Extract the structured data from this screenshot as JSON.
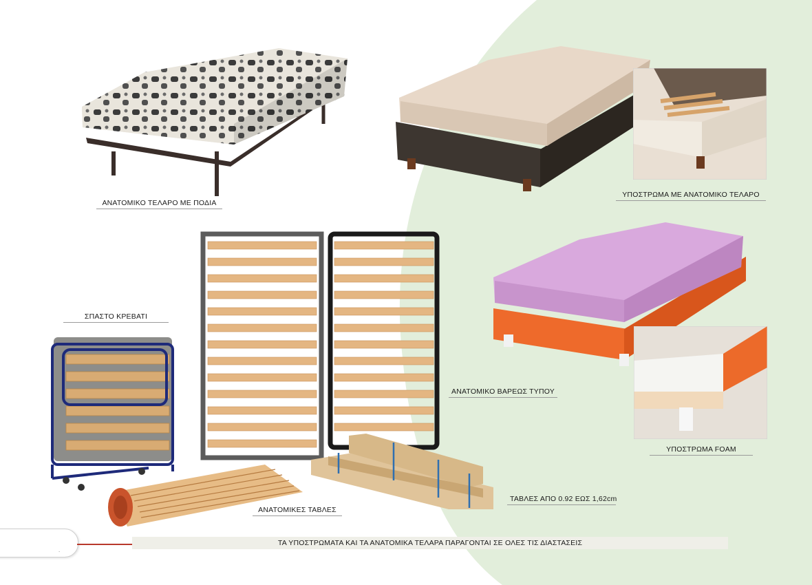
{
  "labels": {
    "anatomic_frame_legs": "ΑΝΑΤΟΜΙΚΟ ΤΕΛΑΡΟ ΜΕ ΠΟΔΙΑ",
    "base_anatomic_frame": "ΥΠΟΣΤΡΩΜΑ ΜΕ ΑΝΑΤΟΜΙΚΟ ΤΕΛΑΡΟ",
    "folding_bed": "ΣΠΑΣΤΟ ΚΡΕΒΑΤΙ",
    "anatomic_heavy": "ΑΝΑΤΟΜΙΚΟ ΒΑΡΕΩΣ ΤΥΠΟΥ",
    "base_foam": "ΥΠΟΣΤΡΩΜΑ FOAM",
    "anatomic_slats": "ΑΝΑΤΟΜΙΚΕΣ ΤΑΒΛΕΣ",
    "slat_sizes": "ΤΑΒΛΕΣ ΑΠΟ 0.92 ΕΩΣ 1,62cm"
  },
  "footer": {
    "note": "ΤΑ ΥΠΟΣΤΡΩΜΑΤΑ ΚΑΙ ΤΑ ΑΝΑΤΟΜΙΚΑ ΤΕΛΑΡΑ ΠΑΡΑΓΟΝΤΑΙ ΣΕ ΟΛΕΣ ΤΙΣ ΔΙΑΣΤΑΣΕΙΣ",
    "page_marker": "."
  },
  "colors": {
    "background_curve": "#e2eedb",
    "accent_line": "#b8392b",
    "footer_bar": "#efefe8"
  }
}
